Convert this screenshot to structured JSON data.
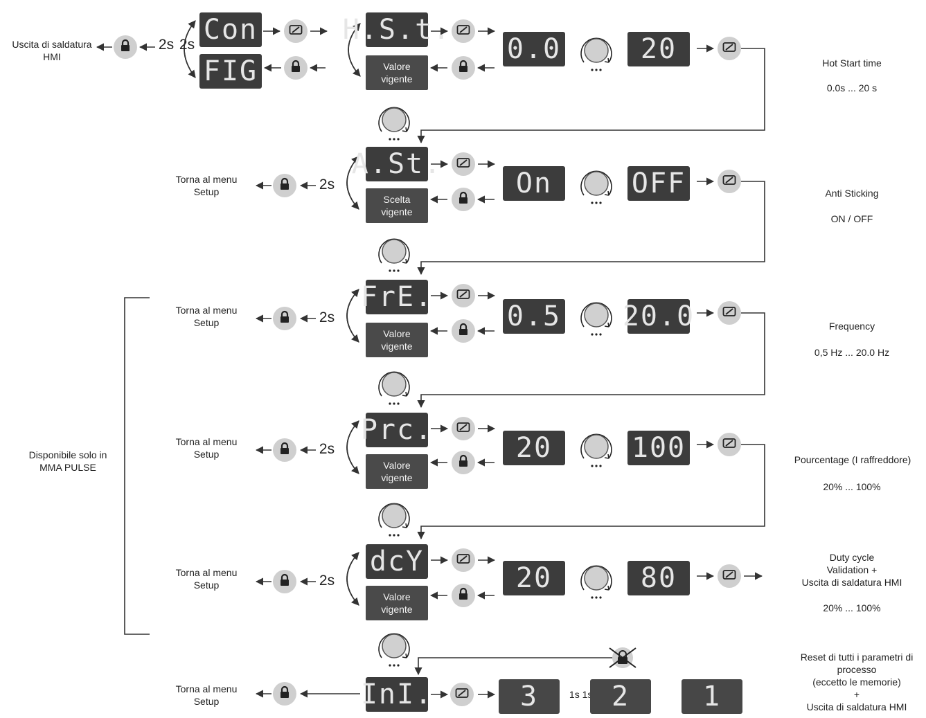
{
  "colors": {
    "display_bg": "#3c3c3c",
    "display_text": "#e6e6e6",
    "button_bg": "#cfcfcf",
    "line": "#333333"
  },
  "icons": [
    "lock-icon",
    "validate-icon",
    "knob-icon",
    "crossed-lock-icon"
  ],
  "exit_label": "Uscita di saldatura\nHMI",
  "times": {
    "t2s_a": "2s",
    "t2s_b": "2s",
    "t2s_ast": "2s",
    "t2s_fre": "2s",
    "t2s_prc": "2s",
    "t2s_dcy": "2s",
    "t1s": "1s 1s 1s"
  },
  "menu": {
    "con": "Con",
    "fig": "FIG"
  },
  "back_label": "Torna al menu\nSetup",
  "bracket_label": "Disponibile solo in\nMMA PULSE",
  "rows": [
    {
      "code": "H.S.t.",
      "box": "Valore\nvigente",
      "min": "0.0",
      "max": "20",
      "desc_title": "Hot Start time",
      "desc_range": "0.0s ... 20 s"
    },
    {
      "code": "A.St.",
      "box": "Scelta\nvigente",
      "min": "On",
      "max": "OFF",
      "desc_title": "Anti Sticking",
      "desc_range": "ON / OFF"
    },
    {
      "code": "FrE.",
      "box": "Valore\nvigente",
      "min": "0.5",
      "max": "20.0",
      "desc_title": "Frequency",
      "desc_range": "0,5 Hz ... 20.0 Hz"
    },
    {
      "code": "Prc.",
      "box": "Valore\nvigente",
      "min": "20",
      "max": "100",
      "desc_title": "Pourcentage (I raffreddore)",
      "desc_range": "20% ... 100%"
    },
    {
      "code": "dcY",
      "box": "Valore\nvigente",
      "min": "20",
      "max": "80",
      "desc_title": "Duty cycle\nValidation +\nUscita di saldatura HMI",
      "desc_range": "20% ... 100%"
    }
  ],
  "init": {
    "code": "InI.",
    "c3": "3",
    "c2": "2",
    "c1": "1",
    "desc": "Reset di tutti i parametri di\nprocesso\n(eccetto le memorie)\n+\nUscita di saldatura HMI"
  }
}
